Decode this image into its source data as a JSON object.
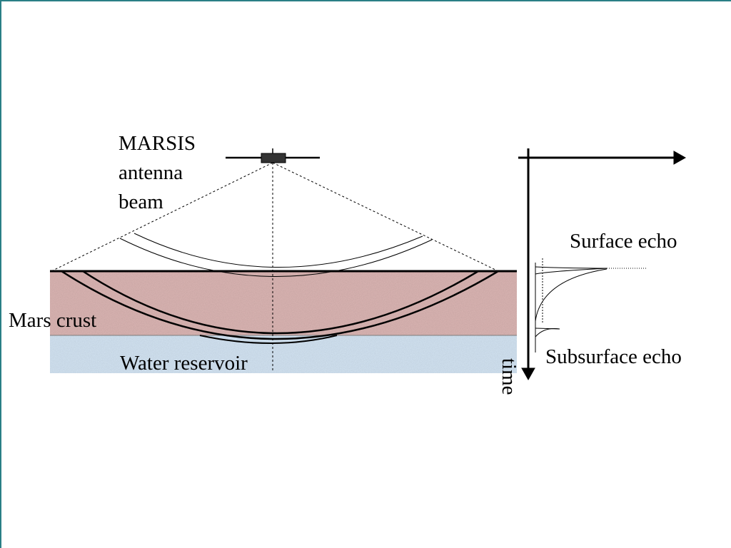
{
  "diagram": {
    "antenna_label_lines": [
      "MARSIS",
      "antenna",
      "beam"
    ],
    "crust_label": "Mars crust",
    "reservoir_label": "Water reservoir",
    "surface_echo_label": "Surface echo",
    "subsurface_echo_label": "Subsurface echo",
    "time_axis_label": "time",
    "colors": {
      "crust_fill": "#dcb6b4",
      "reservoir_fill": "#d4e5f4",
      "frame_border": "#2a7f86",
      "line": "#000000"
    }
  }
}
